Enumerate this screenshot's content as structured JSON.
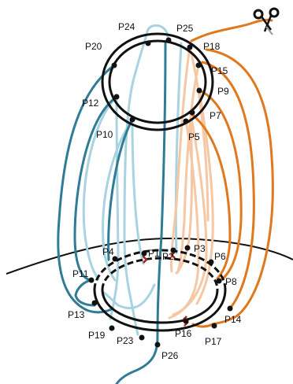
{
  "diagram": {
    "colors": {
      "dark_teal": "#2f7c96",
      "light_blue": "#a9d3e0",
      "orange": "#e0781e",
      "light_orange": "#f6c7a3",
      "ring": "#111111",
      "connector_red": "#b02020"
    },
    "labels": {
      "p1": "P1",
      "p2": "P2",
      "p3": "P3",
      "p4": "P4",
      "p5": "P5",
      "p6": "P6",
      "p7": "P7",
      "p8": "P8",
      "p9": "P9",
      "p10": "P10",
      "p11": "P11",
      "p12": "P12",
      "p13": "P13",
      "p14": "P14",
      "p15": "P15",
      "p16": "P16",
      "p17": "P17",
      "p18": "P18",
      "p19": "P19",
      "p20": "P20",
      "p23": "P23",
      "p24": "P24",
      "p25": "P25",
      "p26": "P26"
    },
    "icons": {
      "scissors": "scissors-icon"
    }
  }
}
